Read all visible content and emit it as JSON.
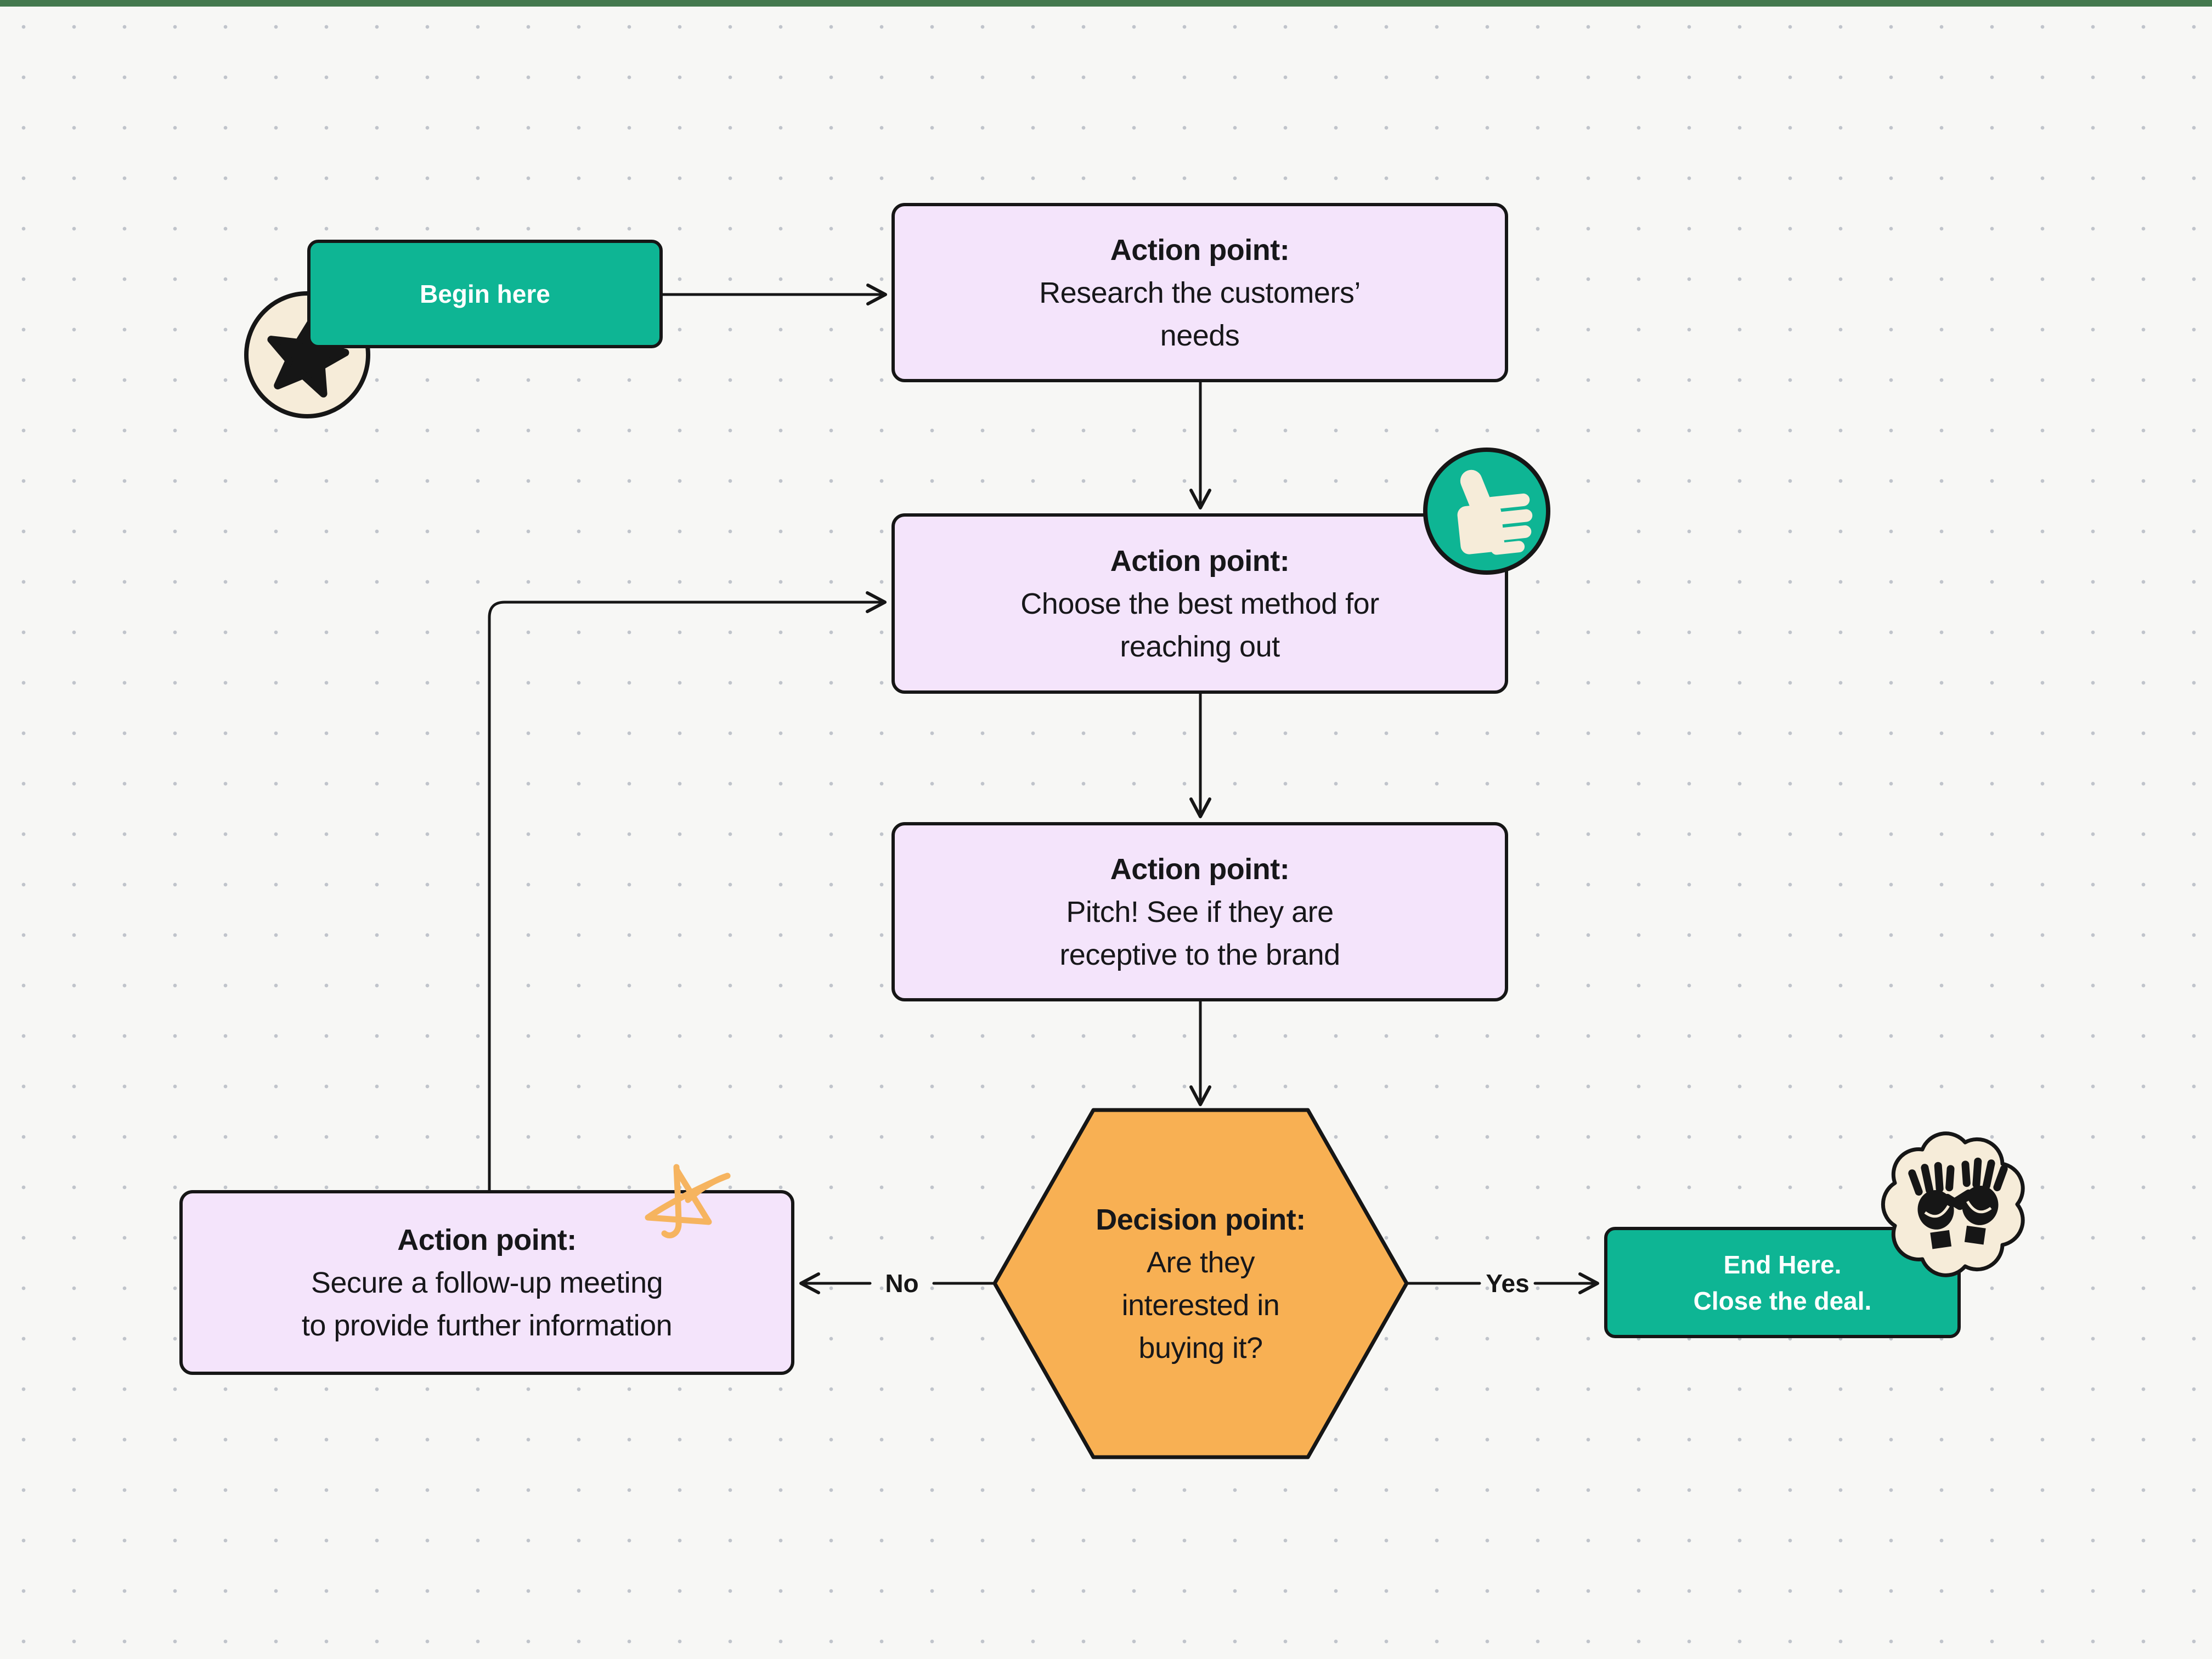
{
  "app": {
    "kind": "whiteboard-flowchart"
  },
  "palette": {
    "teal": "#0eb594",
    "lavender": "#f4e4fb",
    "orange": "#f8b053",
    "cream": "#f6ecd9",
    "ink": "#161616",
    "doodle": "#f6b45f",
    "green-bar": "#44794e",
    "bg": "#f7f7f5",
    "dot": "#c0c4cb",
    "text": "#17171a",
    "white": "#ffffff"
  },
  "flowchart": {
    "start": {
      "label": "Begin here"
    },
    "action_research": {
      "title": "Action point:",
      "lines": [
        "Research the customers’",
        "needs"
      ]
    },
    "action_choose": {
      "title": "Action point:",
      "lines": [
        "Choose the best method for",
        "reaching out"
      ]
    },
    "action_pitch": {
      "title": "Action point:",
      "lines": [
        "Pitch! See if they are",
        "receptive to the brand"
      ]
    },
    "decision": {
      "title": "Decision point:",
      "lines": [
        "Are they",
        "interested in",
        "buying it?"
      ]
    },
    "action_followup": {
      "title": "Action point:",
      "lines": [
        "Secure a follow-up meeting",
        "to provide further information"
      ]
    },
    "end": {
      "lines": [
        "End Here.",
        "Close the deal."
      ]
    },
    "edges": {
      "yes_label": "Yes",
      "no_label": "No"
    }
  },
  "icons": {
    "start_badge": "star-icon",
    "approval_badge": "thumbs-up-icon",
    "celebration_badge": "high-five-icon",
    "doodle": "scribble-star-icon"
  }
}
